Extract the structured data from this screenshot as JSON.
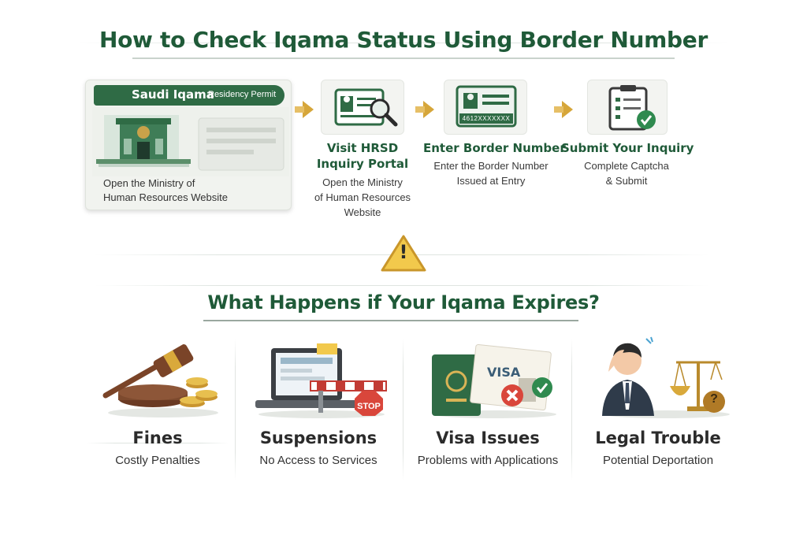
{
  "header": {
    "title": "How to Check Iqama Status Using Border Number"
  },
  "steps": {
    "card": {
      "brand": "Saudi Iqama",
      "sub": "Residency Permit",
      "caption_line1": "Open the Ministry of",
      "caption_line2": "Human Resources Website"
    },
    "visit": {
      "title_line1": "Visit HRSD",
      "title_line2": "Inquiry Portal",
      "desc_line1": "Open the Ministry",
      "desc_line2": "of Human Resources",
      "desc_line3": "Website"
    },
    "border": {
      "title": "Enter Border Number",
      "desc_line1": "Enter the Border Number",
      "desc_line2": "Issued at Entry",
      "card_number": "4612XXXXXXX"
    },
    "submit": {
      "title": "Submit Your Inquiry",
      "desc_line1": "Complete Captcha",
      "desc_line2": "& Submit"
    }
  },
  "warning": {
    "icon": "warning-icon",
    "symbol": "!"
  },
  "section2": {
    "title": "What Happens if Your Iqama Expires?"
  },
  "consequences": [
    {
      "title": "Fines",
      "desc": "Costly Penalties",
      "icon": "gavel-icon"
    },
    {
      "title": "Suspensions",
      "desc": "No Access to Services",
      "icon": "stop-barrier-icon",
      "stop_label": "STOP"
    },
    {
      "title": "Visa Issues",
      "desc": "Problems with Applications",
      "icon": "passport-visa-icon",
      "visa_label": "VISA"
    },
    {
      "title": "Legal Trouble",
      "desc": "Potential Deportation",
      "icon": "scales-icon",
      "q_label": "?"
    }
  ],
  "colors": {
    "primary_green": "#1f5a38",
    "accent_gold": "#d6a63a",
    "alert_red": "#d9463b"
  }
}
